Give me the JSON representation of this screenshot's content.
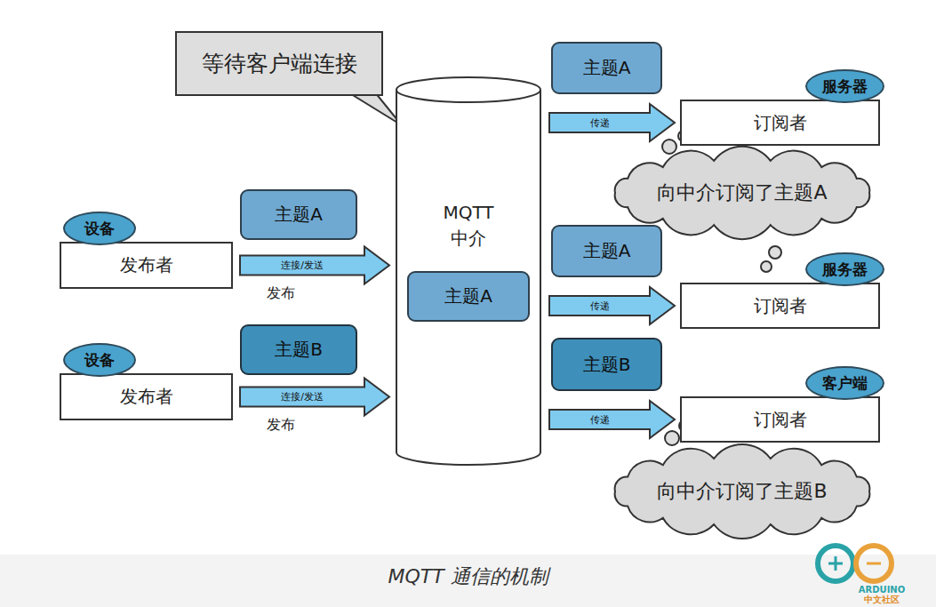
{
  "diagram": {
    "caption": "MQTT 通信的机制",
    "nodes": [
      {
        "text": [
          "等待客户端连接"
        ]
      },
      {
        "text": [
          "MQTT 中介"
        ]
      },
      {
        "text": [
          "主题A"
        ],
        "in": 1
      },
      {
        "text": [
          "主题A"
        ]
      },
      {
        "text": [
          "服务器",
          "订阅者"
        ]
      },
      {
        "text": [
          "向中介订阅了主题A"
        ]
      },
      {
        "text": [
          "主题A"
        ]
      },
      {
        "text": [
          "设备",
          "发布者"
        ]
      },
      {
        "text": [
          "主题A"
        ]
      },
      {
        "text": [
          "服务器",
          "订阅者"
        ]
      },
      {
        "text": [
          "主题B"
        ]
      },
      {
        "text": [
          "设备",
          "发布者"
        ]
      },
      {
        "text": [
          "主题B"
        ]
      },
      {
        "text": [
          "客户端",
          "订阅者"
        ]
      },
      {
        "text": [
          "向中介订阅了主题B"
        ]
      }
    ],
    "edges": [
      {
        "from": 7,
        "to": 1,
        "arrow": "to",
        "label": "连接/发送"
      },
      {
        "from": 11,
        "to": 1,
        "arrow": "to",
        "label": "连接/发送"
      },
      {
        "from": 1,
        "to": 4,
        "arrow": "to",
        "label": "传递"
      },
      {
        "from": 1,
        "to": 9,
        "arrow": "to",
        "label": "传递"
      },
      {
        "from": 1,
        "to": 13,
        "arrow": "to",
        "label": "传递"
      }
    ],
    "labels": [
      "发布",
      "发布",
      "ARDUINO",
      "中文社区"
    ]
  }
}
